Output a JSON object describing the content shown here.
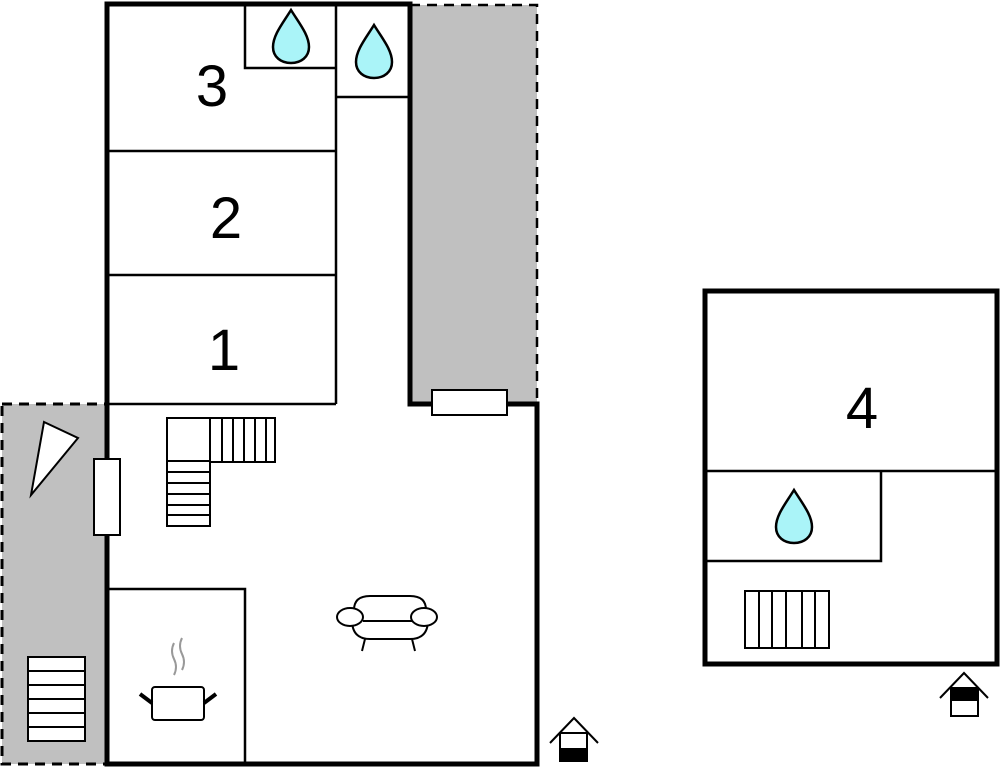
{
  "plan": {
    "rooms": [
      {
        "id": "bedroom-3",
        "label": "3"
      },
      {
        "id": "bedroom-2",
        "label": "2"
      },
      {
        "id": "bedroom-1",
        "label": "1"
      },
      {
        "id": "bedroom-4",
        "label": "4"
      }
    ],
    "icons": [
      "water-drop-icon",
      "stairs-icon",
      "sofa-icon",
      "cooking-pot-icon",
      "entrance-house-icon",
      "parasol-icon"
    ],
    "colors": {
      "terrace": "#c0c0c0",
      "water": "#aaf4f8",
      "wall": "#000000",
      "steam": "#999999"
    }
  }
}
